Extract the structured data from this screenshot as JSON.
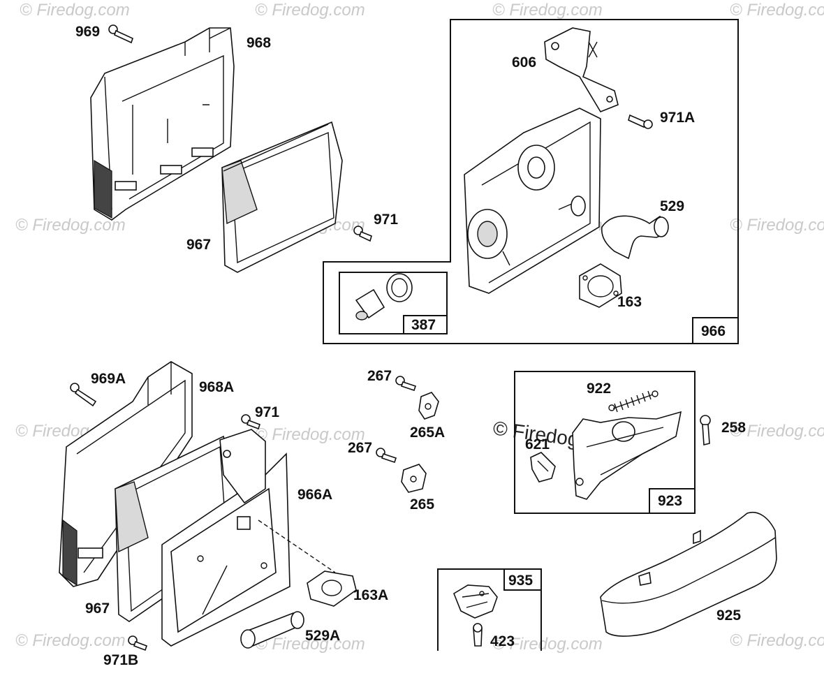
{
  "watermark": "© Firedog.com",
  "watermark_center": "© Firedog.com",
  "labels": {
    "p969": "969",
    "p968": "968",
    "p967_top": "967",
    "p971_top": "971",
    "p606": "606",
    "p971A": "971A",
    "p529": "529",
    "p163": "163",
    "p387": "387",
    "p966": "966",
    "p969A": "969A",
    "p968A": "968A",
    "p971_mid": "971",
    "p966A": "966A",
    "p967_bot": "967",
    "p163A": "163A",
    "p529A": "529A",
    "p971B": "971B",
    "p267a": "267",
    "p265A": "265A",
    "p267b": "267",
    "p265": "265",
    "p922": "922",
    "p621": "621",
    "p923": "923",
    "p258": "258",
    "p935": "935",
    "p423": "423",
    "p925": "925"
  }
}
